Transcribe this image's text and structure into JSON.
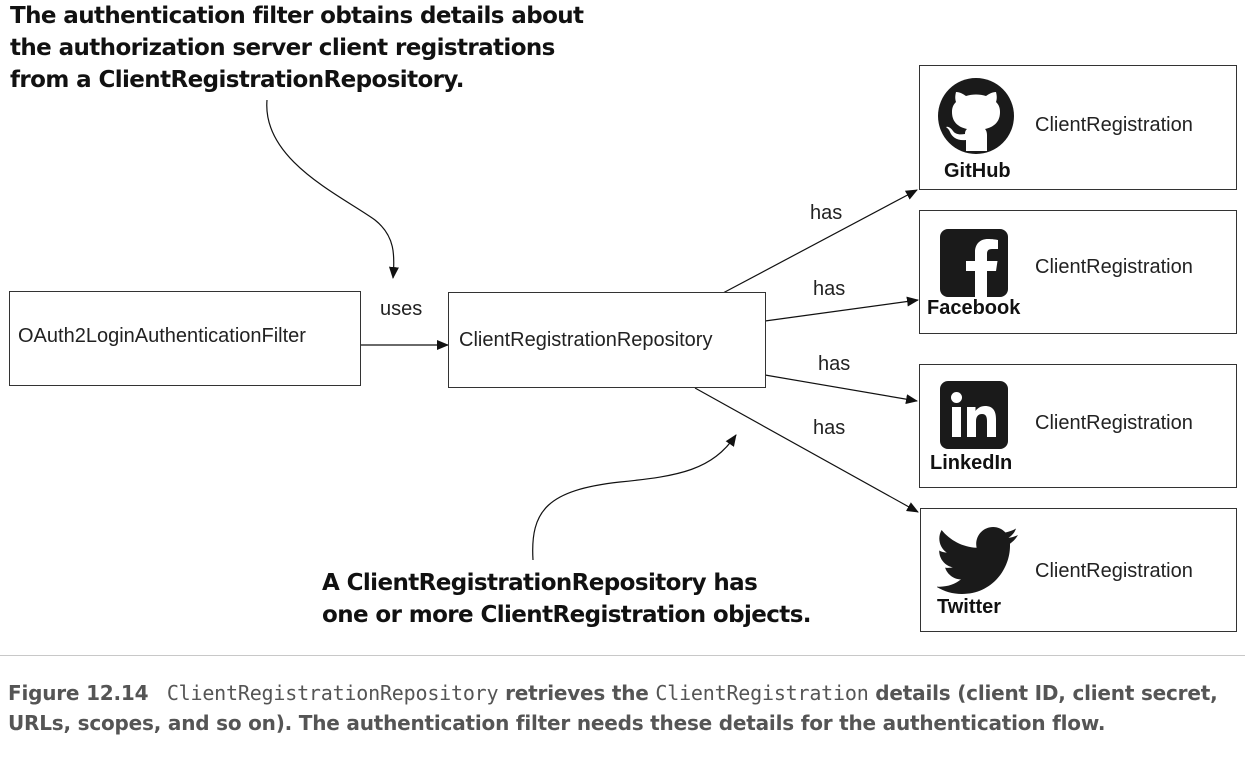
{
  "annotations": {
    "top": [
      "The authentication filter obtains details about",
      "the authorization server client registrations",
      "from a ClientRegistrationRepository."
    ],
    "bottom": [
      "A ClientRegistrationRepository has",
      "one or more ClientRegistration objects."
    ]
  },
  "nodes": {
    "filter": "OAuth2LoginAuthenticationFilter",
    "repository": "ClientRegistrationRepository"
  },
  "edges": {
    "uses": "uses",
    "has_github": "has",
    "has_facebook": "has",
    "has_linkedin": "has",
    "has_twitter": "has"
  },
  "registrations": [
    {
      "provider": "GitHub",
      "label": "ClientRegistration",
      "icon": "github-icon"
    },
    {
      "provider": "Facebook",
      "label": "ClientRegistration",
      "icon": "facebook-icon"
    },
    {
      "provider": "LinkedIn",
      "label": "ClientRegistration",
      "icon": "linkedin-icon"
    },
    {
      "provider": "Twitter",
      "label": "ClientRegistration",
      "icon": "twitter-icon"
    }
  ],
  "caption": {
    "figure": "Figure 12.14",
    "code1": "ClientRegistrationRepository",
    "text1": " retrieves the ",
    "code2": "ClientRegistration",
    "text2": " details (client ID, client secret, URLs, scopes, and so on). The authentication filter needs these details for the authentication flow."
  },
  "colors": {
    "line": "#111111",
    "box_border": "#333333",
    "caption": "#555555",
    "logo": "#1a1a1a"
  }
}
